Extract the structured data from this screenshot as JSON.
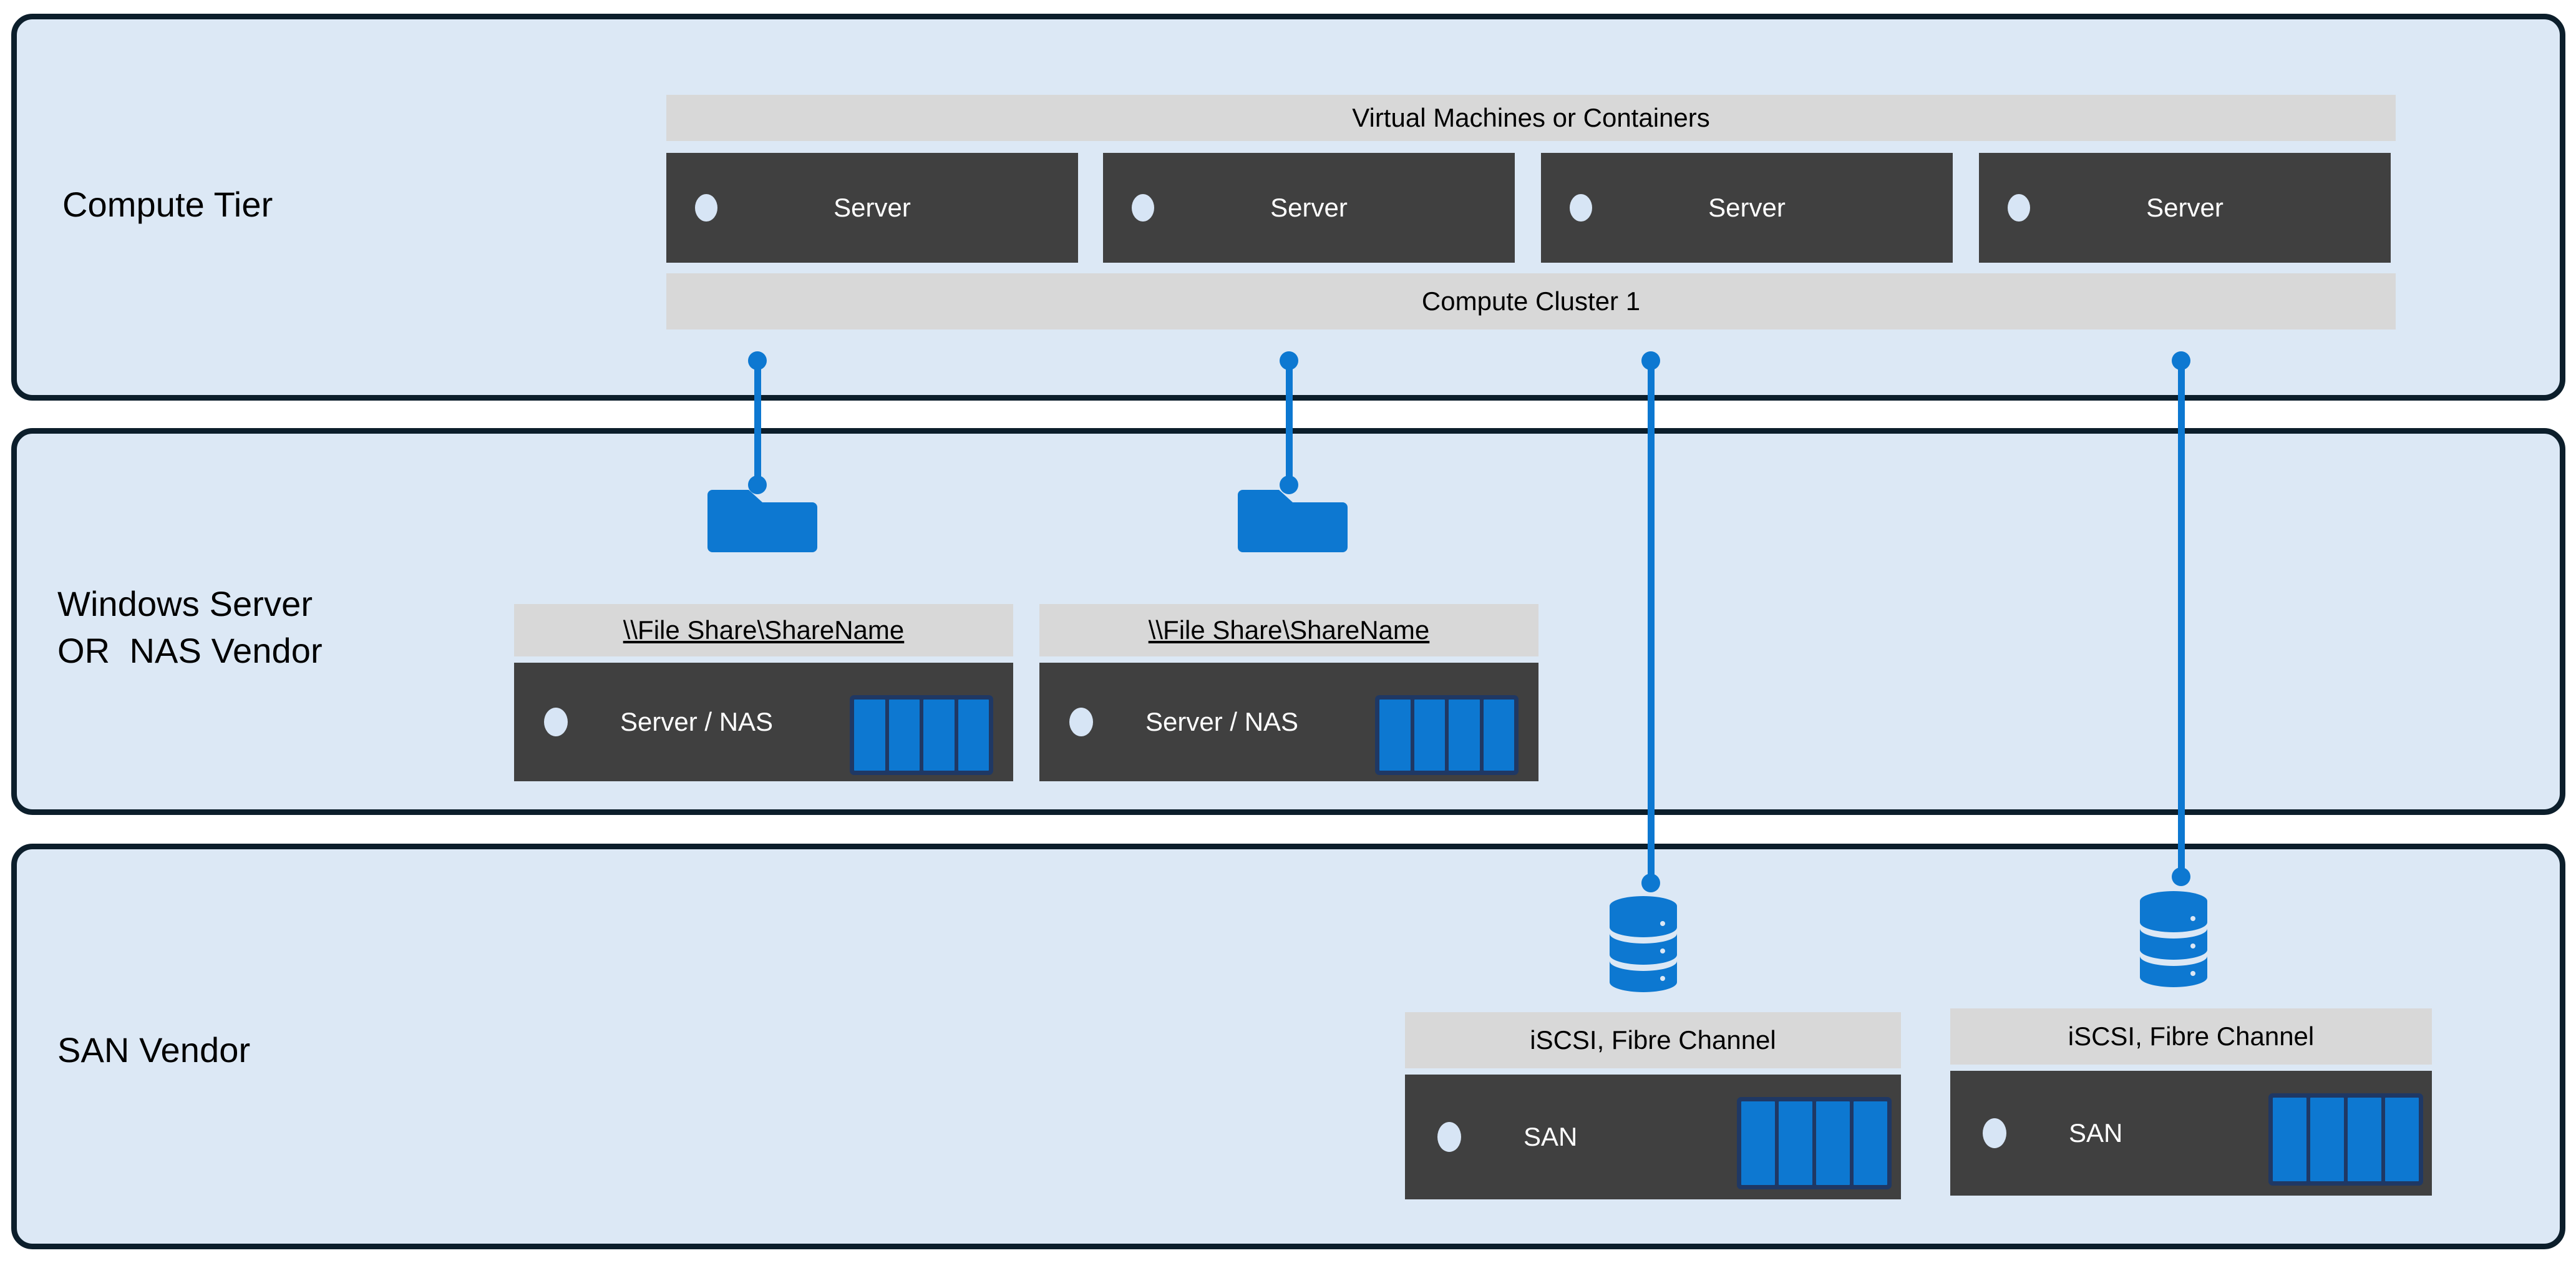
{
  "colors": {
    "tier_fill": "#dce8f5",
    "tier_border": "#0c1e2b",
    "band_fill": "#d8d8d8",
    "device_fill": "#404040",
    "accent_blue": "#0d78d1",
    "array_frame": "#1f3864",
    "led": "#d7e5f5",
    "page_bg": "#ffffff"
  },
  "tiers": [
    {
      "id": "compute",
      "label": "Compute Tier"
    },
    {
      "id": "file",
      "label": "Windows Server\nOR  NAS Vendor"
    },
    {
      "id": "san",
      "label": "SAN Vendor"
    }
  ],
  "compute": {
    "top_band": "Virtual Machines or Containers",
    "bottom_band": "Compute Cluster 1",
    "servers": [
      {
        "label": "Server"
      },
      {
        "label": "Server"
      },
      {
        "label": "Server"
      },
      {
        "label": "Server"
      }
    ]
  },
  "file_tier": {
    "units": [
      {
        "band": "\\\\File Share\\ShareName",
        "device": "Server / NAS",
        "icon": "folder-icon",
        "bays": 4
      },
      {
        "band": "\\\\File Share\\ShareName",
        "device": "Server / NAS",
        "icon": "folder-icon",
        "bays": 4
      }
    ]
  },
  "san_tier": {
    "units": [
      {
        "band": "iSCSI, Fibre Channel",
        "device": "SAN",
        "icon": "database-cylinder-icon",
        "bays": 4
      },
      {
        "band": "iSCSI, Fibre Channel",
        "device": "SAN",
        "icon": "database-cylinder-icon",
        "bays": 4
      }
    ]
  },
  "connectors": [
    {
      "from": "server-1",
      "to": "file-unit-1",
      "icon_endpoint": "folder-icon"
    },
    {
      "from": "server-2",
      "to": "file-unit-2",
      "icon_endpoint": "folder-icon"
    },
    {
      "from": "server-3",
      "to": "san-unit-1",
      "icon_endpoint": "database-cylinder-icon"
    },
    {
      "from": "server-4",
      "to": "san-unit-2",
      "icon_endpoint": "database-cylinder-icon"
    }
  ]
}
